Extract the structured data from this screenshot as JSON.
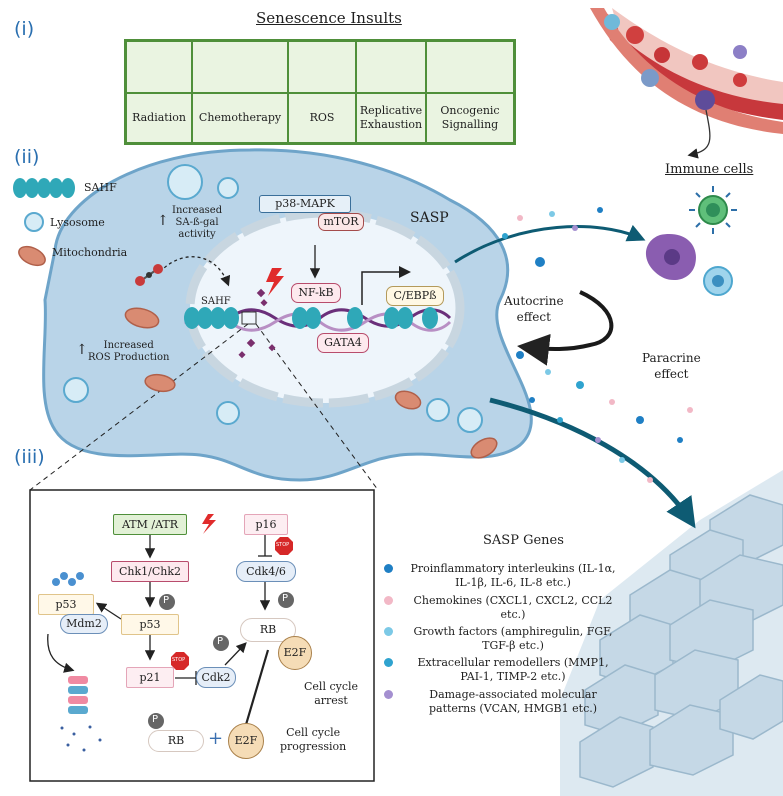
{
  "section_labels": {
    "i": "(i)",
    "ii": "(ii)",
    "iii": "(iii)"
  },
  "insults": {
    "title": "Senescence Insults",
    "items": [
      "Radiation",
      "Chemotherapy",
      "ROS",
      "Replicative Exhaustion",
      "Oncogenic Signalling"
    ],
    "items_line2": [
      "",
      "",
      "",
      "Exhaustion",
      "Signalling"
    ]
  },
  "cell_legend": {
    "sahf": "SAHF",
    "lysosome": "Lysosome",
    "mitochondria": "Mitochondria"
  },
  "cell_labels": {
    "increased_sa_line1": "Increased",
    "increased_sa_line2": "SA-ß-gal",
    "increased_sa_line3": "activity",
    "increased_ros_line1": "Increased",
    "increased_ros_line2": "ROS Production",
    "sahf": "SAHF",
    "sasp": "SASP",
    "p38": "p38-MAPK",
    "mtor": "mTOR",
    "nfkb": "NF-kB",
    "cebpb": "C/EBPß",
    "gata4": "GATA4"
  },
  "effects": {
    "immune_cells": "Immune cells",
    "autocrine_1": "Autocrine",
    "autocrine_2": "effect",
    "paracrine_1": "Paracrine",
    "paracrine_2": "effect"
  },
  "pathway": {
    "atm": "ATM /ATR",
    "chk": "Chk1/Chk2",
    "p53_center": "p53",
    "p53_left": "p53",
    "mdm2": "Mdm2",
    "p21": "p21",
    "cdk2": "Cdk2",
    "p16": "p16",
    "cdk46": "Cdk4/6",
    "rb_top": "RB",
    "e2f_top": "E2F",
    "arrest_1": "Cell cycle",
    "arrest_2": "arrest",
    "rb_bottom": "RB",
    "plus": "+",
    "e2f_bottom": "E2F",
    "progression_1": "Cell cycle",
    "progression_2": "progression",
    "p_label": "P",
    "stop_label": "STOP"
  },
  "sasp_genes": {
    "title": "SASP Genes",
    "items": [
      {
        "line1": "Proinflammatory interleukins (IL-1α,",
        "line2": "IL-1β, IL-6, IL-8 etc.)",
        "color": "#1f7fc4"
      },
      {
        "line1": "Chemokines (CXCL1, CXCL2, CCL2",
        "line2": "etc.)",
        "color": "#f2b8c6"
      },
      {
        "line1": "Growth factors (amphiregulin, FGF,",
        "line2": "TGF-β etc.)",
        "color": "#7cc9e6"
      },
      {
        "line1": "Extracellular remodellers (MMP1,",
        "line2": "PAI-1, TIMP-2 etc.)",
        "color": "#2fa3cf"
      },
      {
        "line1": "Damage-associated molecular",
        "line2": "patterns (VCAN, HMGB1 etc.)",
        "color": "#a48fd0"
      }
    ]
  },
  "colors": {
    "accent_blue": "#2a6fb0",
    "cell_fill": "#b9d4e8",
    "nucleus_fill": "#eef5fb",
    "table_green": "#4f8f3a",
    "table_fill": "#eaf4e1",
    "teal_arrow": "#0e5b73",
    "dna_purple": "#6a2f7a",
    "dna_teal": "#2fa8b8"
  },
  "icons": [
    "radiation-icon",
    "pill-capsule-icon",
    "ros-molecule-icon",
    "chromosome-icon",
    "ribosome-dna-icon",
    "blood-vessel-icon",
    "immune-cell-icon",
    "epithelium-icon",
    "proteasome-icon"
  ]
}
